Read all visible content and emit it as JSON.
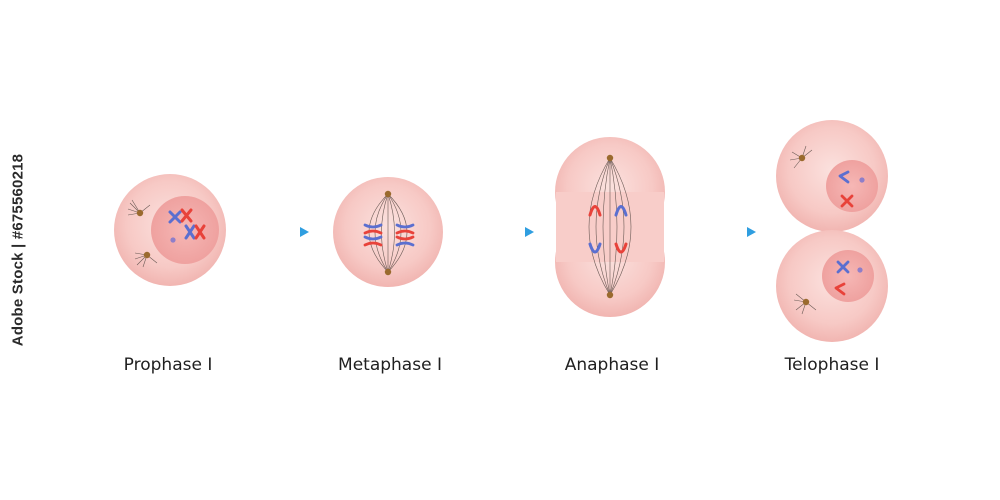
{
  "stages": [
    {
      "key": "prophase",
      "label": "Prophase I"
    },
    {
      "key": "metaphase",
      "label": "Metaphase I"
    },
    {
      "key": "anaphase",
      "label": "Anaphase I"
    },
    {
      "key": "telophase",
      "label": "Telophase I"
    }
  ],
  "side_text": "Adobe Stock | #675560218",
  "colors": {
    "cell_outer": "#f7c6c3",
    "cell_inner": "#f9d8d5",
    "nucleus": "#f2a7a6",
    "chromosome_red": "#e8423a",
    "chromosome_blue": "#5b6fd0",
    "centrosome": "#9a6a2e",
    "arrow": "#2f9ee0",
    "spindle": "#6b5a55"
  },
  "icons": [
    "arrow-right-icon",
    "centrosome-icon",
    "chromosome-icon"
  ]
}
